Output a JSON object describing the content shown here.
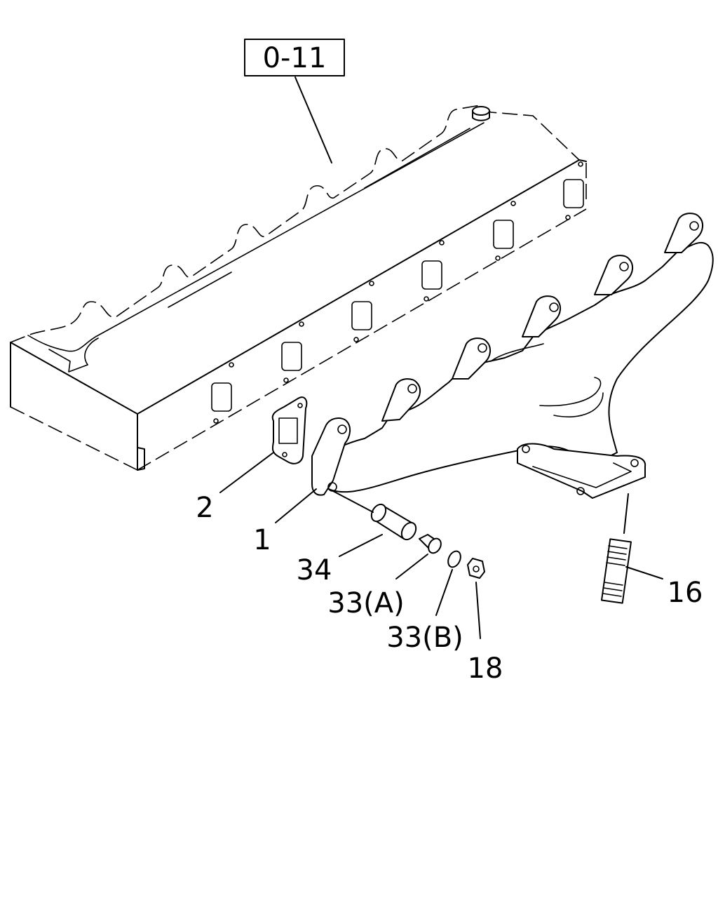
{
  "reference_box": {
    "label": "0-11"
  },
  "callouts": [
    {
      "id": "2",
      "label": "2"
    },
    {
      "id": "1",
      "label": "1"
    },
    {
      "id": "34",
      "label": "34"
    },
    {
      "id": "33a",
      "label": "33(A)"
    },
    {
      "id": "33b",
      "label": "33(B)"
    },
    {
      "id": "18",
      "label": "18"
    },
    {
      "id": "16",
      "label": "16"
    }
  ]
}
